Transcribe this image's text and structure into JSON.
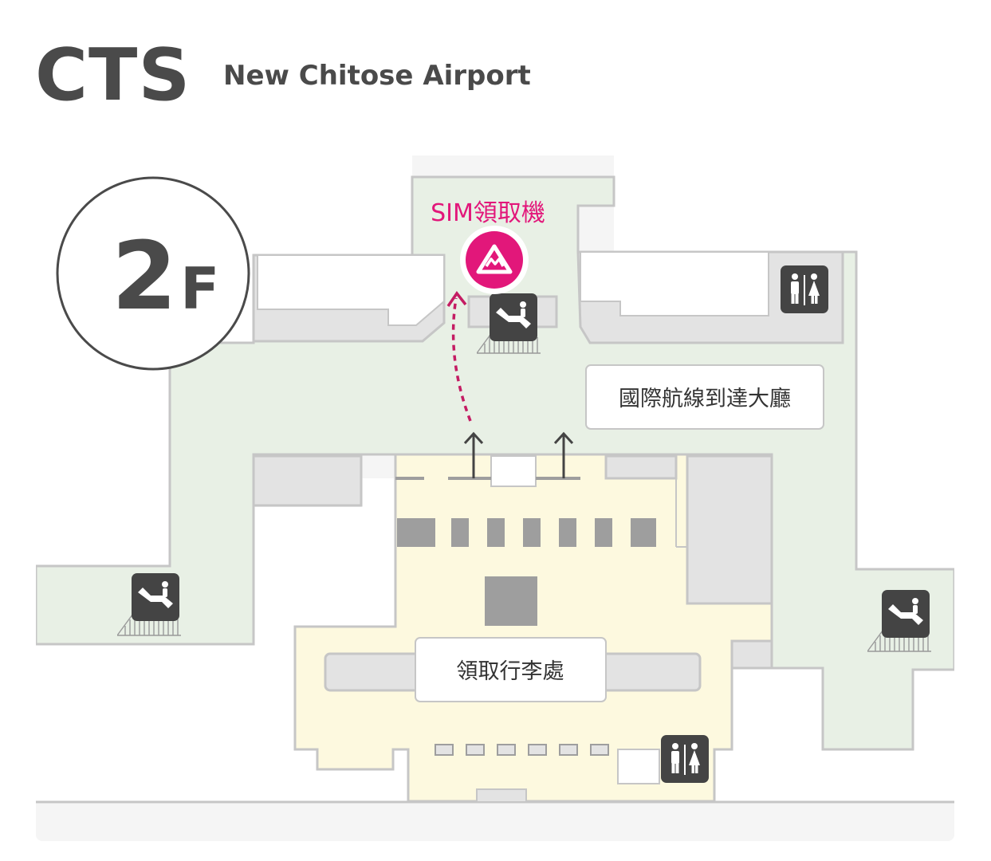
{
  "header": {
    "code": "CTS",
    "name": "New Chitose Airport"
  },
  "map": {
    "floor": {
      "number": "2",
      "suffix": "F"
    },
    "sim_pickup_label": "SIM領取機",
    "arrival_lobby_label": "國際航線到達大廳",
    "baggage_claim_label": "領取行李處",
    "icons": {
      "sim_marker": "mountain-logo-icon",
      "escalator": "escalator-icon",
      "restroom": "restroom-icon",
      "direction": "arrow-up-icon"
    },
    "colors": {
      "accent": "#e2177a",
      "arrival_area": "#e8f0e5",
      "baggage_area": "#fdf9df",
      "block": "#e3e3e3",
      "dark_block": "#9e9e9e",
      "icon_bg": "#444444",
      "outline": "#c6c6c6",
      "frame": "#f5f5f5"
    }
  }
}
